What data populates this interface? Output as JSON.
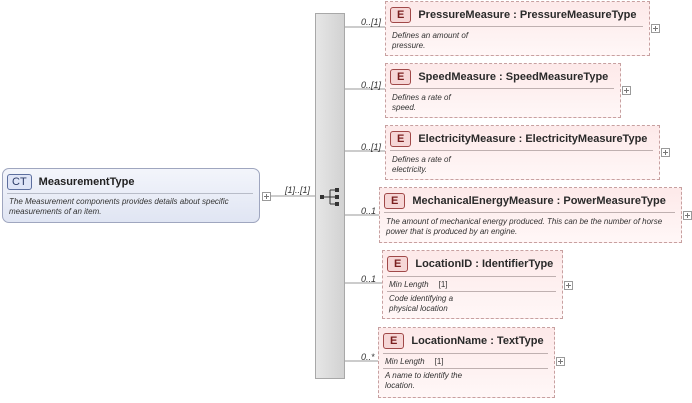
{
  "complex_type": {
    "badge": "CT",
    "name": "MeasurementType",
    "description": "The Measurement components provides details about specific measurements of an item.",
    "child_occurrence": "[1]..[1]"
  },
  "elements": [
    {
      "badge": "E",
      "name": "PressureMeasure",
      "type": "PressureMeasureType",
      "occurrence": "0..[1]",
      "description": "Defines an amount of pressure."
    },
    {
      "badge": "E",
      "name": "SpeedMeasure",
      "type": "SpeedMeasureType",
      "occurrence": "0..[1]",
      "description": "Defines a rate of speed."
    },
    {
      "badge": "E",
      "name": "ElectricityMeasure",
      "type": "ElectricityMeasureType",
      "occurrence": "0..[1]",
      "description": "Defines a rate of electricity."
    },
    {
      "badge": "E",
      "name": "MechanicalEnergyMeasure",
      "type": "PowerMeasureType",
      "occurrence": "0..1",
      "description": "The amount of mechanical energy produced.  This can be the number of horse power that is produced by an engine."
    },
    {
      "badge": "E",
      "name": "LocationID",
      "type": "IdentifierType",
      "occurrence": "0..1",
      "attribute": "Min Length",
      "attribute_occurrence": "[1]",
      "description": "Code identifying a physical location"
    },
    {
      "badge": "E",
      "name": "LocationName",
      "type": "TextType",
      "occurrence": "0..*",
      "attribute": "Min Length",
      "attribute_occurrence": "[1]",
      "description": "A name to identify the location."
    }
  ]
}
